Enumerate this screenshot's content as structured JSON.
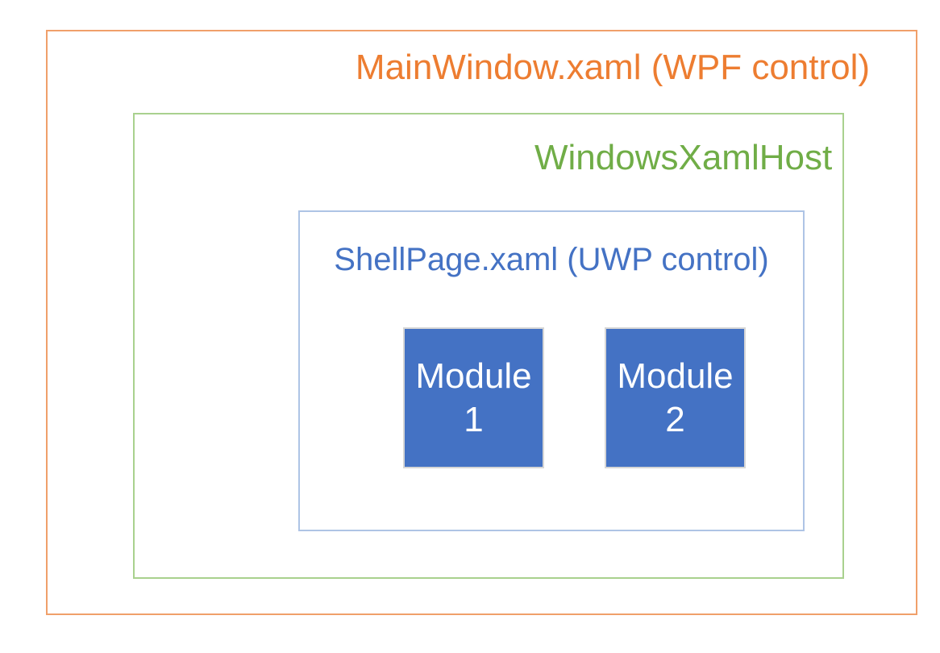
{
  "diagram": {
    "mainwindow": {
      "label": "MainWindow.xaml (WPF control)",
      "text_color": "#ED7D31",
      "border_color": "#F0A06A"
    },
    "xamlhost": {
      "label": "WindowsXamlHost",
      "text_color": "#70AD47",
      "border_color": "#A9D18E"
    },
    "shellpage": {
      "label": "ShellPage.xaml (UWP control)",
      "text_color": "#4472C4",
      "border_color": "#AEC4E5"
    },
    "modules": [
      {
        "line1": "Module",
        "line2": "1",
        "fill_color": "#4472C4",
        "text_color": "#FFFFFF",
        "border_color": "#D6D6D6"
      },
      {
        "line1": "Module",
        "line2": "2",
        "fill_color": "#4472C4",
        "text_color": "#FFFFFF",
        "border_color": "#D6D6D6"
      }
    ]
  }
}
